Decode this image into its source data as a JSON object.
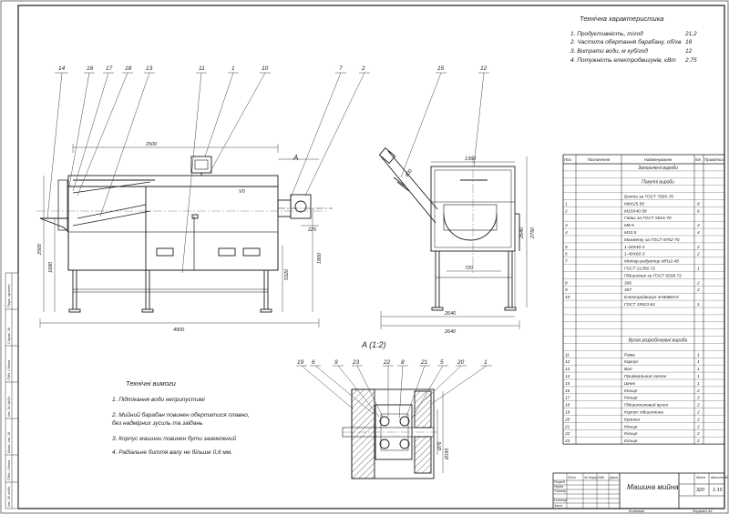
{
  "tech_specs": {
    "title": "Технічна характеристика",
    "rows": [
      {
        "label": "1. Продуктивність, т/год",
        "value": "21,2"
      },
      {
        "label": "2. Частота обертання барабану, об/хв",
        "value": "18"
      },
      {
        "label": "3. Витрати води, м куб/год",
        "value": "12"
      },
      {
        "label": "4. Потужність електродвигунів, кВт",
        "value": "2,75"
      }
    ]
  },
  "requirements": {
    "title": "Технічні вимоги",
    "items": [
      "1. Підтікання води неприпустимі",
      "2. Мийний барабан повинен обертатися плавно,",
      "без надмірних зусиль та заїдань",
      "3. Корпус машини повинен бути заземлений",
      "4. Радіальне биття валу не більше 0,6 мм."
    ]
  },
  "front_view": {
    "callouts": [
      "14",
      "16",
      "17",
      "18",
      "13",
      "11",
      "1",
      "10",
      "7",
      "2"
    ],
    "dims": {
      "len_total": "4900",
      "len_drum": "2500",
      "height_total": "2500",
      "height_body": "1680",
      "h_axis": "1800",
      "h_low": "5320",
      "offset": "225",
      "angle": "V0"
    },
    "section_label": "A"
  },
  "side_view": {
    "callouts": [
      "15",
      "12"
    ],
    "dims": {
      "top": "1360",
      "inner": "720",
      "h1": "2640",
      "h2": "2750",
      "width1": "2640",
      "width2": "2640",
      "angle": "400"
    }
  },
  "detail_view": {
    "label": "A (1:2)",
    "callouts": [
      "19",
      "6",
      "9",
      "23",
      "22",
      "8",
      "21",
      "5",
      "20",
      "1"
    ],
    "dims": {
      "d1": "Ø76",
      "d2": "Ø180"
    }
  },
  "parts_list": {
    "headers": [
      "Поз",
      "Позначення",
      "Найменування",
      "Кіл",
      "Примітка"
    ],
    "rows": [
      {
        "pos": "",
        "name": "Запозичені вироби",
        "qty": "",
        "section": true
      },
      {
        "pos": "",
        "name": "",
        "qty": ""
      },
      {
        "pos": "",
        "name": "Покупні вироби",
        "qty": "",
        "section": true
      },
      {
        "pos": "",
        "name": "",
        "qty": ""
      },
      {
        "pos": "",
        "name": "Болти за ГОСТ 7805-70",
        "qty": ""
      },
      {
        "pos": "1",
        "name": "М8Х25.58",
        "qty": "8"
      },
      {
        "pos": "2",
        "name": "М10Х40.58",
        "qty": "6"
      },
      {
        "pos": "",
        "name": "Гайки за ГОСТ 5915-70",
        "qty": ""
      },
      {
        "pos": "3",
        "name": "М8.5",
        "qty": "4"
      },
      {
        "pos": "4",
        "name": "М10.5",
        "qty": "4"
      },
      {
        "pos": "",
        "name": "Манжету за ГОСТ 8752-70",
        "qty": ""
      },
      {
        "pos": "5",
        "name": "1-20Х40-3",
        "qty": "2"
      },
      {
        "pos": "6",
        "name": "1-40Х60-3",
        "qty": "2"
      },
      {
        "pos": "7",
        "name": "Мотор-редуктор МПз2-40",
        "qty": ""
      },
      {
        "pos": "",
        "name": "ГОСТ 21356-72",
        "qty": "1"
      },
      {
        "pos": "",
        "name": "Підшипник за ГОСТ 8338-72",
        "qty": ""
      },
      {
        "pos": "8",
        "name": "306",
        "qty": "2"
      },
      {
        "pos": "9",
        "name": "307",
        "qty": "2"
      },
      {
        "pos": "10",
        "name": "Електродвигун 4А80В6У3",
        "qty": ""
      },
      {
        "pos": "",
        "name": "ГОСТ 19523-81",
        "qty": "1"
      },
      {
        "pos": "",
        "name": "",
        "qty": ""
      },
      {
        "pos": "",
        "name": "",
        "qty": ""
      },
      {
        "pos": "",
        "name": "",
        "qty": ""
      },
      {
        "pos": "",
        "name": "",
        "qty": ""
      },
      {
        "pos": "",
        "name": "Вузол розроблювані вироби",
        "qty": "",
        "section": true
      },
      {
        "pos": "",
        "name": "",
        "qty": ""
      },
      {
        "pos": "11",
        "name": "Рама",
        "qty": "1"
      },
      {
        "pos": "12",
        "name": "Корпус",
        "qty": "1"
      },
      {
        "pos": "13",
        "name": "Вал",
        "qty": "1"
      },
      {
        "pos": "14",
        "name": "Приймальний лоток",
        "qty": "1"
      },
      {
        "pos": "15",
        "name": "Шнек",
        "qty": "1"
      },
      {
        "pos": "16",
        "name": "Кільце",
        "qty": "2"
      },
      {
        "pos": "17",
        "name": "Кільце",
        "qty": "2"
      },
      {
        "pos": "18",
        "name": "Підшипниковий вузол",
        "qty": "2"
      },
      {
        "pos": "19",
        "name": "Корпус підшипника",
        "qty": "2"
      },
      {
        "pos": "20",
        "name": "Кришка",
        "qty": "2"
      },
      {
        "pos": "21",
        "name": "Кільце",
        "qty": "2"
      },
      {
        "pos": "22",
        "name": "Кільце",
        "qty": "2"
      },
      {
        "pos": "23",
        "name": "Кільце",
        "qty": "2"
      }
    ]
  },
  "title_block": {
    "name": "Машина мийна",
    "scale_hdr": "Масштаб",
    "mass_hdr": "Маса",
    "scale": "1:15",
    "mass": "320",
    "row_labels": [
      "Розроб.",
      "Перев.",
      "Т.контр.",
      "Н.контр.",
      "Затв."
    ],
    "col_labels": [
      "Лист",
      "№ докум.",
      "Підп.",
      "Дата"
    ]
  },
  "footer": {
    "copied": "Копіював",
    "format": "Формат  A1"
  },
  "left_strip": [
    "Перв. примен.",
    "Справ. №",
    "Підп. і дата",
    "Інв. № дубл.",
    "Взам. інв. №",
    "Підп. і дата",
    "Інв. № подл."
  ],
  "colors": {
    "line": "#1a1a1a",
    "thin": "#555555",
    "bg": "#ffffff"
  }
}
